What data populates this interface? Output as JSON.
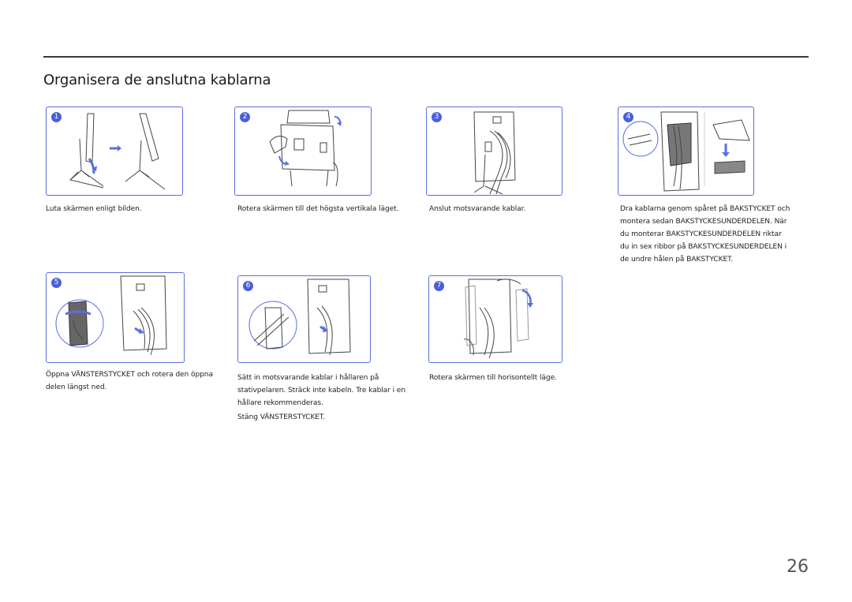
{
  "section_title": "Organisera de anslutna kablarna",
  "steps": [
    {
      "num": "1",
      "caption": "Luta skärmen enligt bilden."
    },
    {
      "num": "2",
      "caption": "Rotera skärmen till det högsta vertikala läget."
    },
    {
      "num": "3",
      "caption": "Anslut motsvarande kablar."
    },
    {
      "num": "4",
      "caption": "Dra kablarna genom spåret på BAKSTYCKET och\nmontera sedan BAKSTYCKESUNDERDELEN. När\ndu monterar BAKSTYCKESUNDERDELEN riktar\ndu in sex ribbor på BAKSTYCKESUNDERDELEN i\nde undre hålen på BAKSTYCKET."
    },
    {
      "num": "5",
      "caption": "Öppna VÄNSTERSTYCKET och rotera den öppna\ndelen längst ned."
    },
    {
      "num": "6",
      "caption": "Sätt in motsvarande kablar i hållaren på\nstativpelaren. Sträck inte kabeln. Tre kablar i en\nhållare rekommenderas.",
      "caption2": "Stäng VÄNSTERSTYCKET."
    },
    {
      "num": "7",
      "caption": "Rotera skärmen till horisontellt läge."
    }
  ],
  "page_number": "26",
  "colors": {
    "accent": "#4a5fd8",
    "rule": "#3a3a3a",
    "line_art": "#444444"
  }
}
